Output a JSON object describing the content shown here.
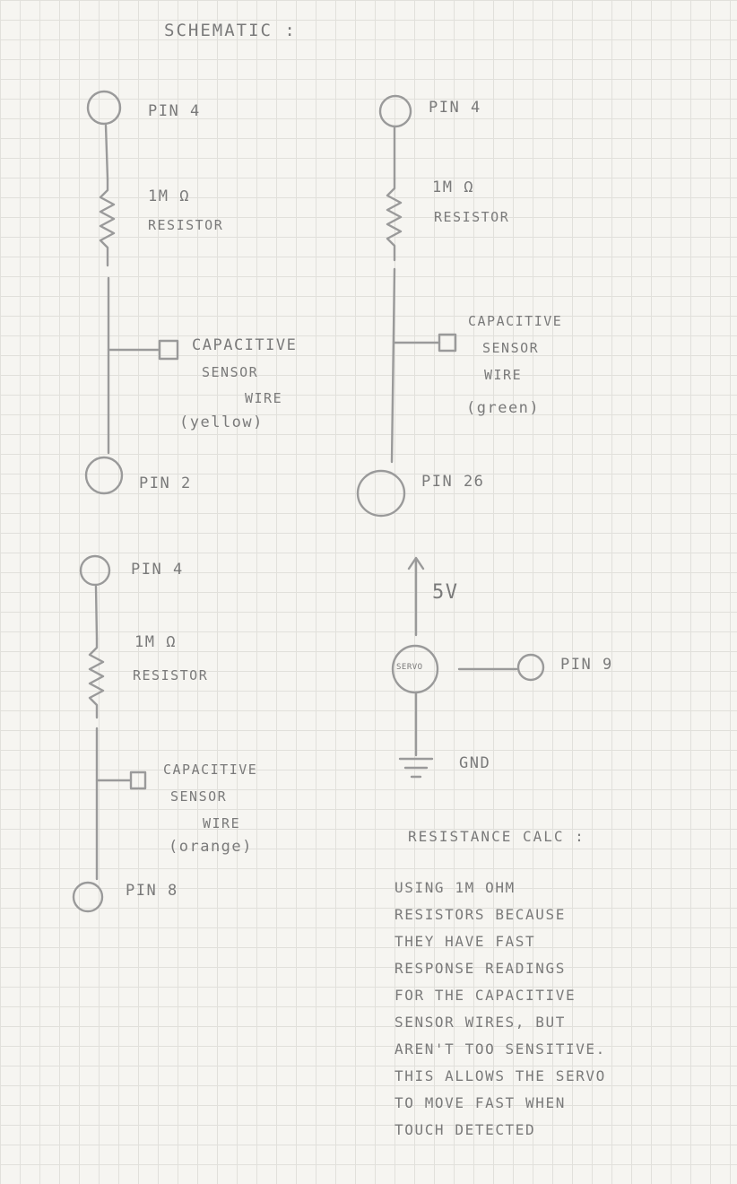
{
  "title": "SCHEMATIC :",
  "circuits": [
    {
      "top_pin": "PIN 4",
      "resistor_value": "1M Ω",
      "resistor_label": "RESISTOR",
      "sensor_lines": [
        "CAPACITIVE",
        "SENSOR",
        "WIRE",
        "(yellow)"
      ],
      "bottom_pin": "PIN 2"
    },
    {
      "top_pin": "PIN 4",
      "resistor_value": "1M Ω",
      "resistor_label": "RESISTOR",
      "sensor_lines": [
        "CAPACITIVE",
        "SENSOR",
        "WIRE",
        "(green)"
      ],
      "bottom_pin": "PIN 26"
    },
    {
      "top_pin": "PIN 4",
      "resistor_value": "1M Ω",
      "resistor_label": "RESISTOR",
      "sensor_lines": [
        "CAPACITIVE",
        "SENSOR",
        "WIRE",
        "(orange)"
      ],
      "bottom_pin": "PIN 8"
    }
  ],
  "servo": {
    "supply": "5V",
    "body_label": "SERVO",
    "signal_pin": "PIN 9",
    "ground": "GND"
  },
  "notes": {
    "heading": "RESISTANCE CALC :",
    "lines": [
      "USING 1M OHM",
      "RESISTORS BECAUSE",
      "THEY HAVE FAST",
      "RESPONSE READINGS",
      "FOR THE CAPACITIVE",
      "SENSOR WIRES, BUT",
      "AREN'T TOO SENSITIVE.",
      "THIS ALLOWS THE SERVO",
      "TO MOVE FAST WHEN",
      "TOUCH DETECTED"
    ]
  }
}
